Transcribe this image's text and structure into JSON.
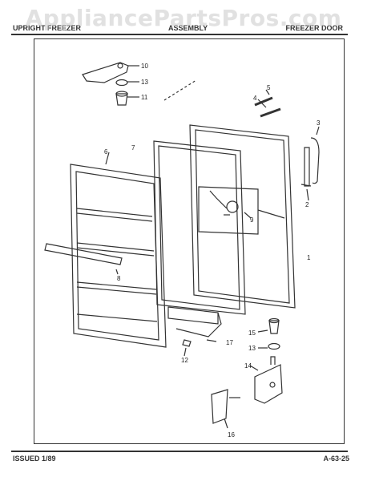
{
  "watermark": "AppliancePartsPros.com",
  "header": {
    "left": "UPRIGHT FREEZER",
    "middle": "ASSEMBLY",
    "right": "FREEZER DOOR"
  },
  "footer": {
    "issued": "ISSUED 1/89",
    "code": "A-63-25"
  },
  "callouts": [
    "10",
    "13",
    "11",
    "5",
    "4",
    "3",
    "7",
    "6",
    "9",
    "2",
    "8",
    "1",
    "15",
    "13",
    "17",
    "12",
    "14",
    "16"
  ]
}
